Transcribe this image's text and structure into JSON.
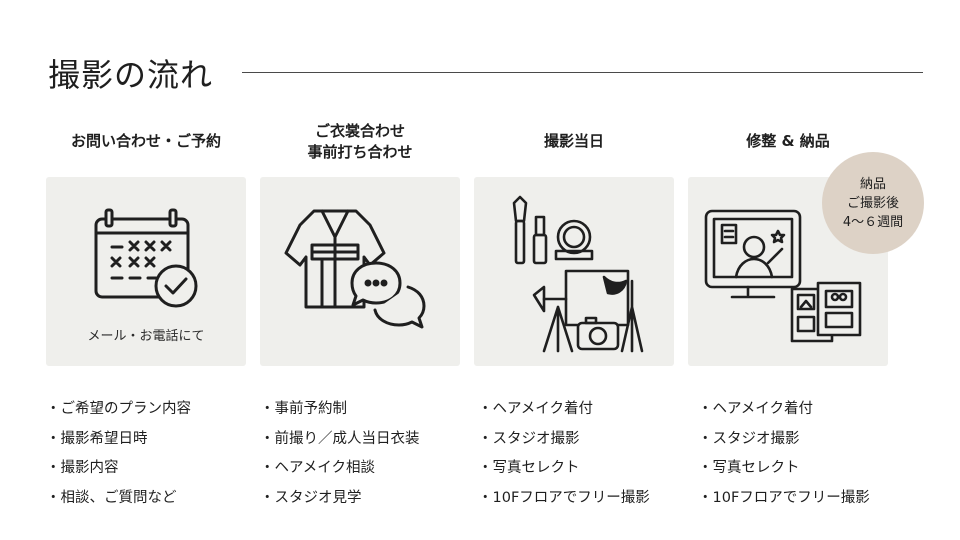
{
  "header": {
    "title": "撮影の流れ"
  },
  "steps": [
    {
      "title_lines": [
        "お問い合わせ・ご予約"
      ],
      "icon": "calendar-check-icon",
      "caption": "メール・お電話にて",
      "items": [
        "ご希望のプラン内容",
        "撮影希望日時",
        "撮影内容",
        "相談、ご質問など"
      ]
    },
    {
      "title_lines": [
        "ご衣裳合わせ",
        "事前打ち合わせ"
      ],
      "icon": "kimono-chat-icon",
      "items": [
        "事前予約制",
        "前撮り／成人当日衣装",
        "ヘアメイク相談",
        "スタジオ見学"
      ]
    },
    {
      "title_lines": [
        "撮影当日"
      ],
      "icon": "makeup-studio-icon",
      "items": [
        "ヘアメイク着付",
        "スタジオ撮影",
        "写真セレクト",
        "10Fフロアでフリー撮影"
      ]
    },
    {
      "title_lines": [
        "修整 & 納品"
      ],
      "icon": "retouch-album-icon",
      "items": [
        "ヘアメイク着付",
        "スタジオ撮影",
        "写真セレクト",
        "10Fフロアでフリー撮影"
      ]
    }
  ],
  "badge": {
    "lines": [
      "納品",
      "ご撮影後",
      "4〜６週間"
    ]
  },
  "colors": {
    "card_bg": "#efefec",
    "badge_bg": "#ddd2c6",
    "ink": "#1f1f1f"
  }
}
